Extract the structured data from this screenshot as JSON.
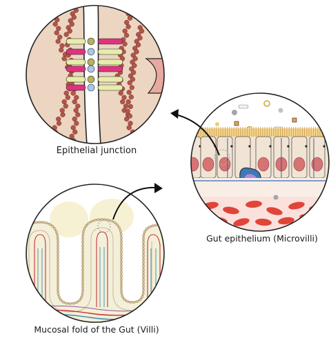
{
  "diagram": {
    "panels": [
      {
        "id": "junction",
        "label": "Epithelial junction"
      },
      {
        "id": "epithelium",
        "label": "Gut epithelium (Microvilli)"
      },
      {
        "id": "villi",
        "label": "Mucosal fold of the Gut (Villi)"
      }
    ],
    "colors": {
      "outline": "#222222",
      "skin": "#ecd6c1",
      "actin": "#b0564a",
      "strand_pink": "#e0337f",
      "strand_yellow": "#e6ecaa",
      "dot_blue": "#a9c8e8",
      "dot_olive": "#b8b25a",
      "nucleus": "#d67474",
      "rbc": "#e0453a",
      "goblet": "#3f78b8",
      "goblet_inner": "#b48ad8",
      "vessel_red": "#c9303a",
      "vessel_blue": "#3a8ab0",
      "villus_fill": "#f4efd8",
      "lumen": "#f7f1d4"
    }
  }
}
